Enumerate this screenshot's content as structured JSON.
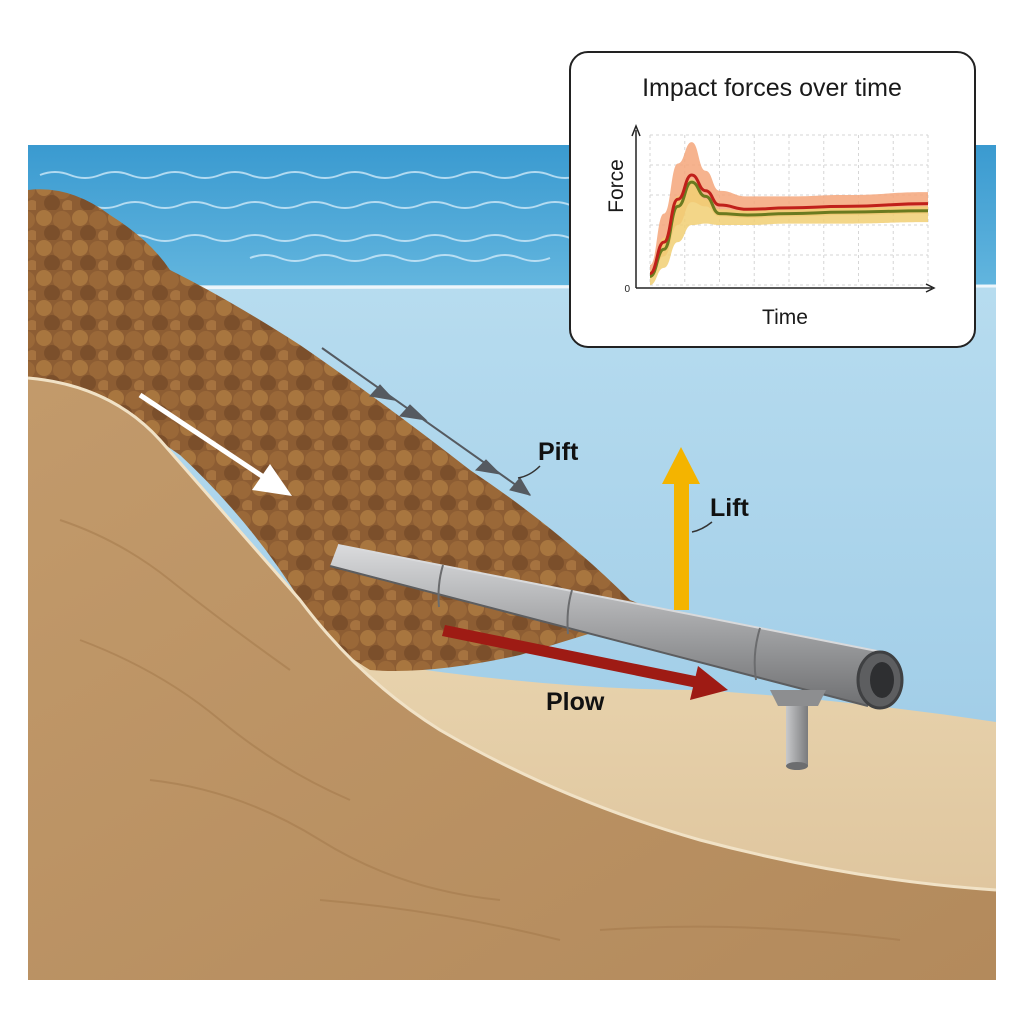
{
  "labels": {
    "pift": "Pift",
    "lift": "Lift",
    "plow": "Plow"
  },
  "inset": {
    "title": "Impact forces over time",
    "xlabel": "Time",
    "ylabel": "Force",
    "ytick_zero": "0"
  },
  "colors": {
    "water_surface": "#3f9fd0",
    "water_body": "#a9d3ea",
    "seabed": "#c7a274",
    "debris": "#8a5c32",
    "pipe": "#a8a9ab",
    "lift_arrow": "#f4b400",
    "plow_arrow": "#9e1b14",
    "flow_arrow": "#ffffff"
  },
  "chart_data": {
    "type": "line",
    "title": "Impact forces over time",
    "xlabel": "Time",
    "ylabel": "Force",
    "series": [
      {
        "x": [
          0,
          0.05,
          0.1,
          0.15,
          0.2,
          0.25,
          0.35,
          0.5,
          0.7,
          1.0
        ],
        "values": [
          0.08,
          0.3,
          0.6,
          0.77,
          0.66,
          0.56,
          0.53,
          0.54,
          0.55,
          0.57
        ],
        "color": "#c0201a"
      },
      {
        "x": [
          0,
          0.05,
          0.1,
          0.15,
          0.2,
          0.25,
          0.35,
          0.5,
          0.7,
          1.0
        ],
        "values": [
          0.06,
          0.25,
          0.55,
          0.72,
          0.62,
          0.5,
          0.49,
          0.5,
          0.51,
          0.52
        ],
        "color": "#6b7a1f"
      }
    ],
    "bands": [
      {
        "x": [
          0,
          0.05,
          0.1,
          0.15,
          0.2,
          0.25,
          0.35,
          0.5,
          0.7,
          1.0
        ],
        "upper": [
          0.14,
          0.5,
          0.85,
          1.0,
          0.8,
          0.66,
          0.62,
          0.62,
          0.63,
          0.65
        ],
        "lower": [
          0.05,
          0.2,
          0.42,
          0.58,
          0.55,
          0.48,
          0.47,
          0.48,
          0.49,
          0.5
        ],
        "color": "#f5a67a"
      },
      {
        "x": [
          0,
          0.05,
          0.1,
          0.15,
          0.2,
          0.25,
          0.35,
          0.5,
          0.7,
          1.0
        ],
        "upper": [
          0.1,
          0.33,
          0.62,
          0.74,
          0.6,
          0.53,
          0.52,
          0.53,
          0.54,
          0.55
        ],
        "lower": [
          0.0,
          0.12,
          0.3,
          0.42,
          0.43,
          0.42,
          0.42,
          0.43,
          0.43,
          0.44
        ],
        "color": "#f1cf73"
      }
    ],
    "xlim": [
      0,
      1
    ],
    "ylim": [
      0,
      1.05
    ],
    "grid": true
  }
}
